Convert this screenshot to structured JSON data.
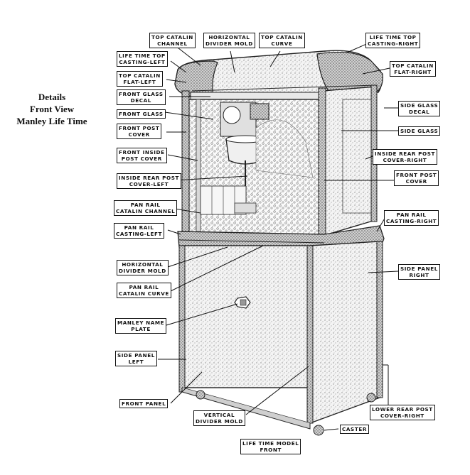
{
  "caption": [
    "Details",
    "Front View",
    "Manley Life Time"
  ],
  "labels": {
    "top_catalin_channel": [
      "TOP CATALIN",
      "CHANNEL"
    ],
    "horizontal_divider_mold_top": [
      "HORIZONTAL",
      "DIVIDER MOLD"
    ],
    "top_catalin_curve": [
      "TOP CATALIN",
      "CURVE"
    ],
    "life_time_top_casting_right": [
      "LIFE TIME TOP",
      "CASTING-RIGHT"
    ],
    "life_time_top_casting_left": [
      "LIFE TIME TOP",
      "CASTING-LEFT"
    ],
    "top_catalin_flat_right": [
      "TOP CATALIN",
      "FLAT-RIGHT"
    ],
    "top_catalin_flat_left": [
      "TOP CATALIN",
      "FLAT-LEFT"
    ],
    "front_glass_decal": [
      "FRONT GLASS",
      "DECAL"
    ],
    "side_glass_decal": [
      "SIDE GLASS",
      "DECAL"
    ],
    "front_glass": [
      "FRONT GLASS"
    ],
    "side_glass": [
      "SIDE GLASS"
    ],
    "front_post_cover_left": [
      "FRONT POST",
      "COVER"
    ],
    "front_inside_post_cover": [
      "FRONT INSIDE",
      "POST COVER"
    ],
    "inside_rear_post_cover_right": [
      "INSIDE REAR POST",
      "COVER-RIGHT"
    ],
    "inside_rear_post_cover_left": [
      "INSIDE REAR POST",
      "COVER-LEFT"
    ],
    "front_post_cover_right": [
      "FRONT POST",
      "COVER"
    ],
    "pan_rail_catalin_channel": [
      "PAN RAIL",
      "CATALIN CHANNEL"
    ],
    "pan_rail_casting_right": [
      "PAN RAIL",
      "CASTING-RIGHT"
    ],
    "pan_rail_casting_left": [
      "PAN RAIL",
      "CASTING-LEFT"
    ],
    "horizontal_divider_mold_bottom": [
      "HORIZONTAL",
      "DIVIDER MOLD"
    ],
    "side_panel_right": [
      "SIDE PANEL",
      "RIGHT"
    ],
    "pan_rail_catalin_curve": [
      "PAN RAIL",
      "CATALIN CURVE"
    ],
    "manley_name_plate": [
      "MANLEY NAME",
      "PLATE"
    ],
    "side_panel_left": [
      "SIDE PANEL",
      "LEFT"
    ],
    "front_panel": [
      "FRONT PANEL"
    ],
    "lower_rear_post_cover_right": [
      "LOWER REAR POST",
      "COVER-RIGHT"
    ],
    "vertical_divider_mold": [
      "VERTICAL",
      "DIVIDER MOLD"
    ],
    "caster": [
      "CASTER"
    ],
    "life_time_model_front": [
      "LIFE TIME MODEL",
      "FRONT"
    ]
  }
}
